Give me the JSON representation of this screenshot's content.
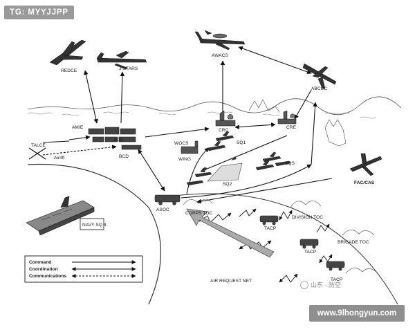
{
  "watermarks": {
    "top_tag": "TG: MYYJJPP",
    "bottom_site": "www.9lhongyun.com",
    "cn_account": "山东 · 防空"
  },
  "nodes": {
    "redce": "REDCE",
    "jstars": "J-STARS",
    "awacs": "AWACS",
    "abccc": "ABCCC",
    "amie": "AMIE",
    "aoc": "AOC",
    "talce": "TALCE",
    "airlift": "Airlift",
    "bcd": "BCD",
    "crc": "CRC",
    "cre": "CRE",
    "wocs": "WOCS",
    "wing": "WING",
    "sq1": "SQ1",
    "sq3": "SQS",
    "sq2": "SQ2",
    "fac_cas": "FAC/CAS",
    "asoc": "ASOC",
    "corps_toc": "CORPS TOC",
    "division_toc": "DIVISION TOC",
    "tacp1": "TACP",
    "tacp2": "TACP",
    "tacp3": "TACP",
    "brigade_toc": "BRIGADE TOC",
    "navy": "NAVY SQ 4",
    "air_request_net": "AIR REQUEST NET"
  },
  "legend": {
    "command": "Command",
    "coordination": "Coordination",
    "communications": "Communications"
  }
}
